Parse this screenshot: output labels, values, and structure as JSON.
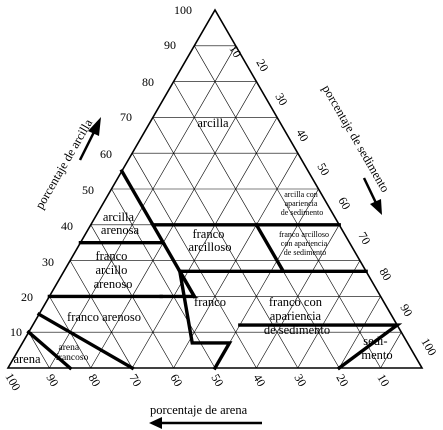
{
  "diagram": {
    "axes": {
      "clay": {
        "title": "porcentaje de arcilla",
        "ticks": [
          "10",
          "20",
          "30",
          "40",
          "50",
          "60",
          "70",
          "80",
          "90",
          "100"
        ]
      },
      "silt": {
        "title": "porcentaje de sedimento",
        "ticks": [
          "10",
          "20",
          "30",
          "40",
          "50",
          "60",
          "70",
          "80",
          "90",
          "100"
        ]
      },
      "sand": {
        "title": "porcentaje de arena",
        "ticks": [
          "100",
          "90",
          "80",
          "70",
          "60",
          "50",
          "40",
          "30",
          "20",
          "10"
        ]
      }
    },
    "regions": [
      {
        "id": "arcilla",
        "lines": [
          "arcilla"
        ]
      },
      {
        "id": "arcilla-con-apariencia",
        "lines": [
          "arcilla con",
          "apariencia",
          "de sedimento"
        ]
      },
      {
        "id": "arcilla-arenosa",
        "lines": [
          "arcilla",
          "arenosa"
        ]
      },
      {
        "id": "franco-arcilloso",
        "lines": [
          "franco",
          "arcilloso"
        ]
      },
      {
        "id": "franco-arcilloso-apariencia",
        "lines": [
          "franco arcilloso",
          "con apariencia",
          "de sedimento"
        ]
      },
      {
        "id": "franco-arcillo-arenoso",
        "lines": [
          "franco",
          "arcillo",
          "arenoso"
        ]
      },
      {
        "id": "franco",
        "lines": [
          "franco"
        ]
      },
      {
        "id": "franco-apariencia",
        "lines": [
          "franco con",
          "apariencia",
          "de sedimento"
        ]
      },
      {
        "id": "franco-arenoso",
        "lines": [
          "franco arenoso"
        ]
      },
      {
        "id": "sedimento",
        "lines": [
          "sedi-",
          "mento"
        ]
      },
      {
        "id": "arena",
        "lines": [
          "arena"
        ]
      },
      {
        "id": "arena-francoso",
        "lines": [
          "arena",
          "francoso"
        ]
      }
    ]
  }
}
